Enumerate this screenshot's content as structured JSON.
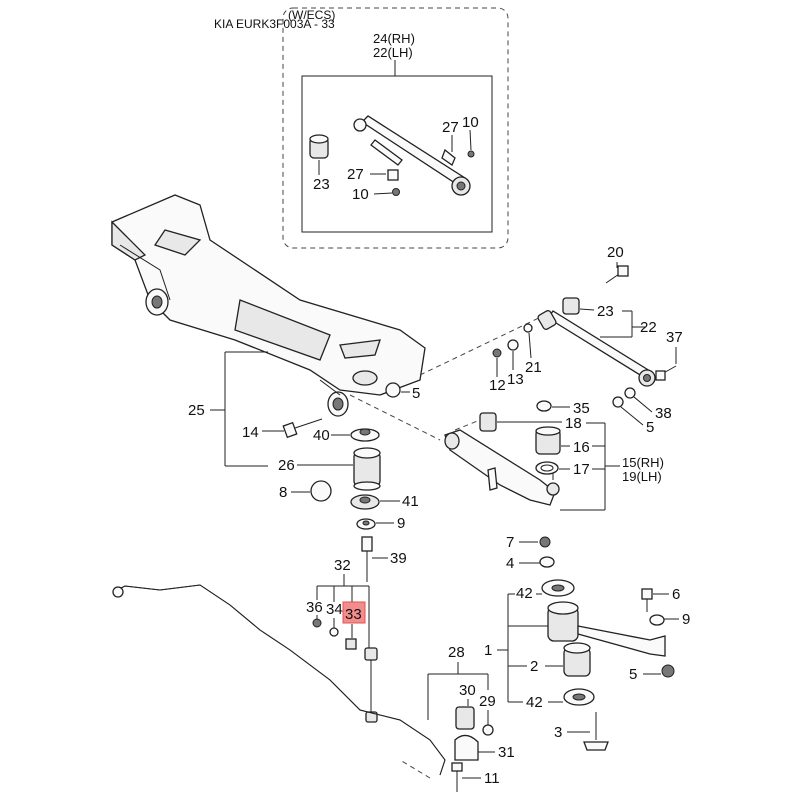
{
  "header": {
    "title": "KIA EURK3F003A - 33"
  },
  "inset": {
    "title": "(W/ECS)"
  },
  "labels": {
    "l24": "24(RH)",
    "l22top": "22(LH)",
    "l27a": "27",
    "l10a": "10",
    "l23a": "23",
    "l27b": "27",
    "l10b": "10",
    "l20": "20",
    "l23b": "23",
    "l22": "22",
    "l37": "37",
    "l12": "12",
    "l13": "13",
    "l21": "21",
    "l5a": "5",
    "l38": "38",
    "l5b": "5",
    "l25": "25",
    "l14": "14",
    "l40": "40",
    "l26": "26",
    "l8": "8",
    "l41": "41",
    "l9a": "9",
    "l35": "35",
    "l18": "18",
    "l16": "16",
    "l17": "17",
    "l15": "15(RH)",
    "l19": "19(LH)",
    "l39": "39",
    "l32": "32",
    "l36": "36",
    "l34": "34",
    "l33": "33",
    "l7": "7",
    "l4": "4",
    "l42a": "42",
    "l6": "6",
    "l9b": "9",
    "l1": "1",
    "l2": "2",
    "l5c": "5",
    "l42b": "42",
    "l3": "3",
    "l28": "28",
    "l30": "30",
    "l29": "29",
    "l31": "31",
    "l11": "11"
  },
  "highlight": {
    "part": "33",
    "color": "#f27a7a"
  },
  "icons": [
    "crossmember-icon",
    "link-arm-icon",
    "lower-arm-icon",
    "stabilizer-bar-icon",
    "bushing-icon",
    "bolt-icon",
    "nut-icon",
    "washer-icon"
  ]
}
